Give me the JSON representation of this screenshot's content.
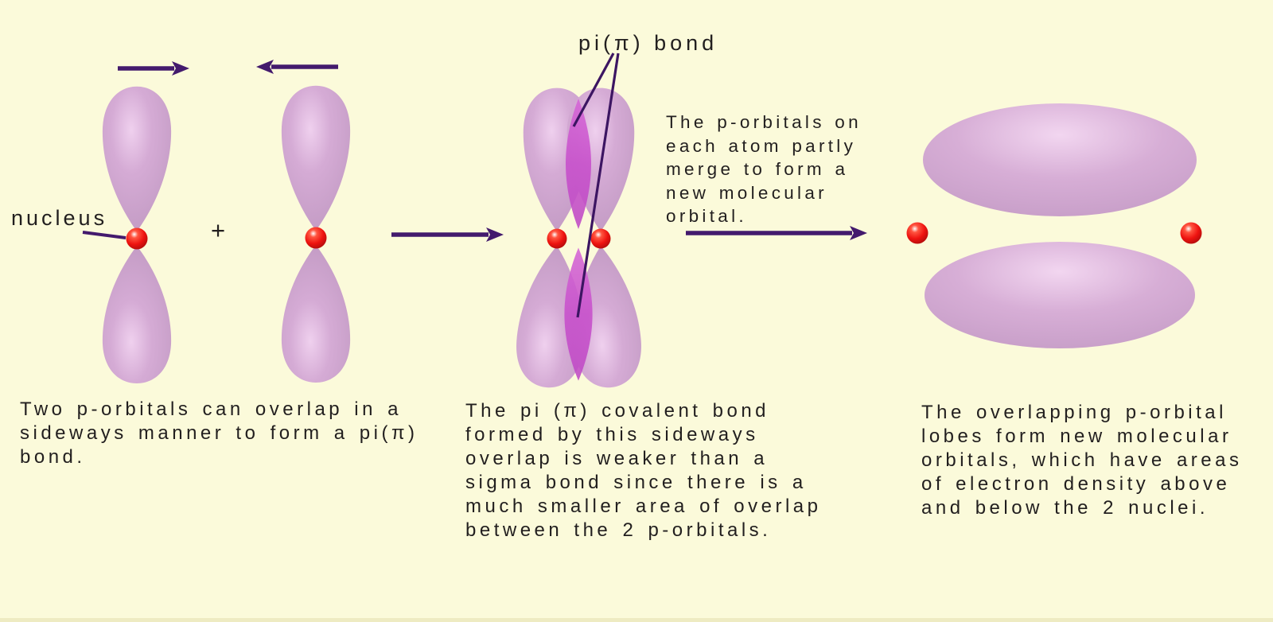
{
  "colors": {
    "background": "#fbfada",
    "text": "#221f1f",
    "arrow": "#431a6d",
    "lobe_base": "#c7a0c7",
    "lobe_highlight": "#efd0ee",
    "overlap_fill": "#c74ecb",
    "nucleus_red": "#ee1310"
  },
  "stage_left": {
    "nucleus_label": "nucleus",
    "plus_sign": "+",
    "caption_lines": [
      "Two p-orbitals can overlap in a",
      "sideways manner to form a pi(π)",
      "bond."
    ]
  },
  "stage_middle": {
    "pi_bond_label": "pi(π) bond",
    "caption_lines": [
      "The pi (π) covalent bond",
      "formed by this sideways",
      "overlap is weaker than a",
      "sigma bond since there is a",
      "much smaller area of overlap",
      "between the 2 p-orbitals."
    ]
  },
  "transition_note": {
    "lines": [
      "The p-orbitals on",
      "each atom partly",
      "merge to form a",
      "new molecular",
      "orbital."
    ]
  },
  "stage_right": {
    "caption_lines": [
      "The overlapping p-orbital",
      "lobes form new molecular",
      "orbitals, which have areas",
      "of electron density above",
      "and below the 2 nuclei."
    ]
  }
}
